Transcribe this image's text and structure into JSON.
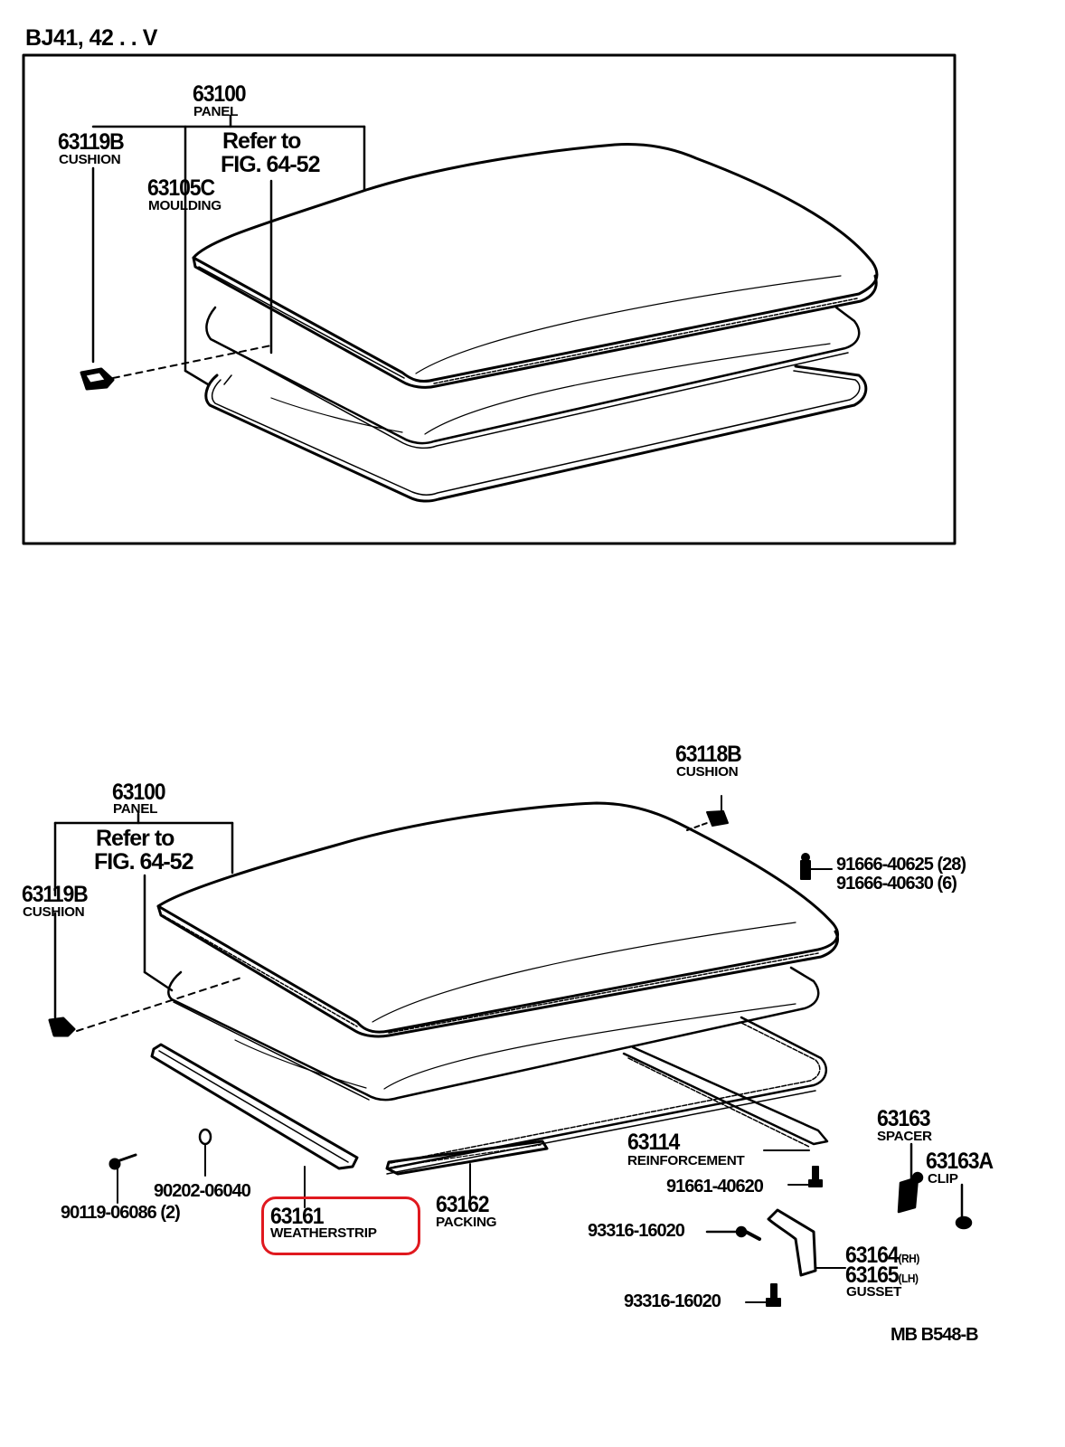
{
  "diagram": {
    "model_label": "BJ41, 42 . . V",
    "figure_code": "MB  B548-B",
    "highlight_color": "#e0191f",
    "line_color": "#000000",
    "top_view": {
      "panel": {
        "part_no": "63100",
        "name": "PANEL"
      },
      "refer_line1": "Refer to",
      "refer_line2": "FIG. 64-52",
      "cushion": {
        "part_no": "63119B",
        "name": "CUSHION"
      },
      "moulding": {
        "part_no": "63105C",
        "name": "MOULDING"
      }
    },
    "bottom_view": {
      "panel": {
        "part_no": "63100",
        "name": "PANEL"
      },
      "refer_line1": "Refer to",
      "refer_line2": "FIG. 64-52",
      "cushion_left": {
        "part_no": "63119B",
        "name": "CUSHION"
      },
      "cushion_right": {
        "part_no": "63118B",
        "name": "CUSHION"
      },
      "screws": [
        {
          "part_no": "91666-40625",
          "qty": "(28)"
        },
        {
          "part_no": "91666-40630",
          "qty": "(6)"
        }
      ],
      "reinforcement": {
        "part_no": "63114",
        "name": "REINFORCEMENT"
      },
      "spacer": {
        "part_no": "63163",
        "name": "SPACER"
      },
      "clip": {
        "part_no": "63163A",
        "name": "CLIP"
      },
      "bolt_reinforcement": {
        "part_no": "91661-40620"
      },
      "bolt_gusset_side": {
        "part_no": "93316-16020"
      },
      "bolt_gusset_bottom": {
        "part_no": "93316-16020"
      },
      "gusset": {
        "part_no_rh": "63164",
        "side_rh": "(RH)",
        "part_no_lh": "63165",
        "side_lh": "(LH)",
        "name": "GUSSET"
      },
      "weatherstrip": {
        "part_no": "63161",
        "name": "WEATHERSTRIP",
        "highlighted": true
      },
      "packing": {
        "part_no": "63162",
        "name": "PACKING"
      },
      "washer": {
        "part_no": "90202-06040"
      },
      "screw_small": {
        "part_no": "90119-06086",
        "qty": "(2)"
      }
    }
  }
}
